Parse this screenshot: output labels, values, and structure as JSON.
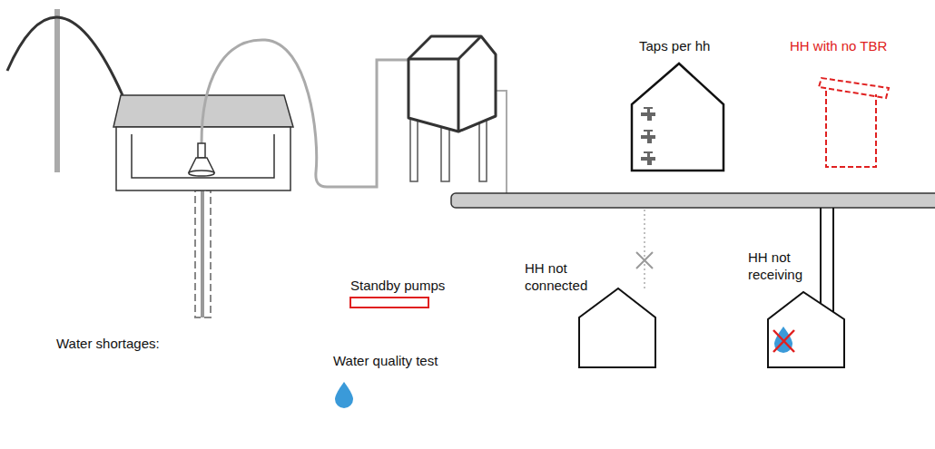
{
  "diagram": {
    "labels": [
      "Taps per hh",
      "HH with no TBR",
      "HH not connected",
      "Standby pumps",
      "HH not receiving",
      "Water shortages:",
      "Water quality test"
    ]
  }
}
